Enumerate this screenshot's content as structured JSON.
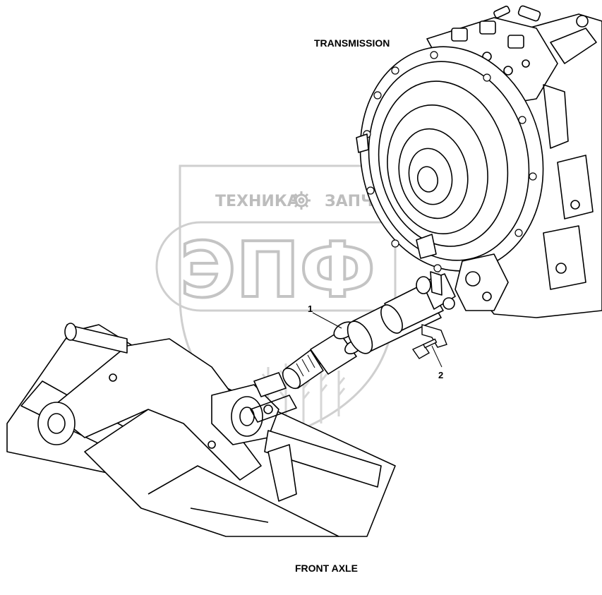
{
  "diagram": {
    "labels": {
      "transmission": "TRANSMISSION",
      "front_axle": "FRONT AXLE"
    },
    "callouts": [
      {
        "id": "1"
      },
      {
        "id": "2"
      }
    ]
  },
  "watermark": {
    "top_left": "ТЕХНИКА",
    "top_right": "ЗАПЧАСТИ",
    "big": "ЭПФ",
    "color": "#c8c8c8"
  }
}
